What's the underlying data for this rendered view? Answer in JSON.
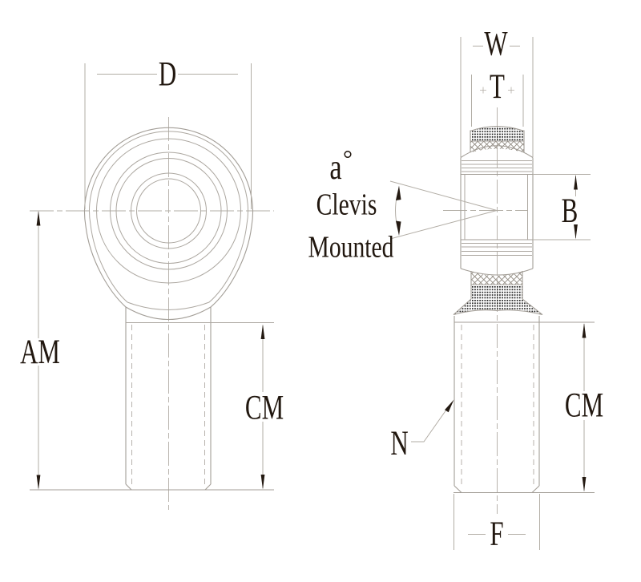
{
  "colors": {
    "background": "#ffffff",
    "outline_line": "#a39e97",
    "dimension_line": "#b2ada5",
    "crosshatch": "#918b82",
    "stipple": "#1c1c1c",
    "text": "#21170f",
    "arrowhead": "#241a12"
  },
  "labels": {
    "d": "D",
    "am": "AM",
    "cm_left": "CM",
    "w": "W",
    "t": "T",
    "b": "B",
    "n": "N",
    "cm_right": "CM",
    "f": "F",
    "angle": "a",
    "degree": "°",
    "clevis": "Clevis",
    "mounted": "Mounted"
  }
}
